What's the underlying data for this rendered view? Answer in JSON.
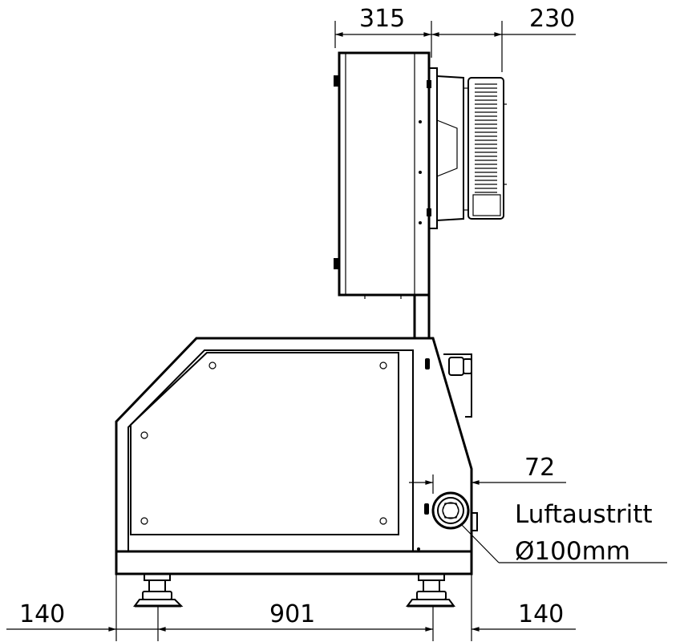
{
  "dimensions": {
    "top_left": "315",
    "top_right": "230",
    "side": "72",
    "bottom_left": "140",
    "bottom_middle": "901",
    "bottom_right": "140"
  },
  "outlet_label": {
    "line1": "Luftaustritt",
    "line2": "Ø100mm"
  }
}
